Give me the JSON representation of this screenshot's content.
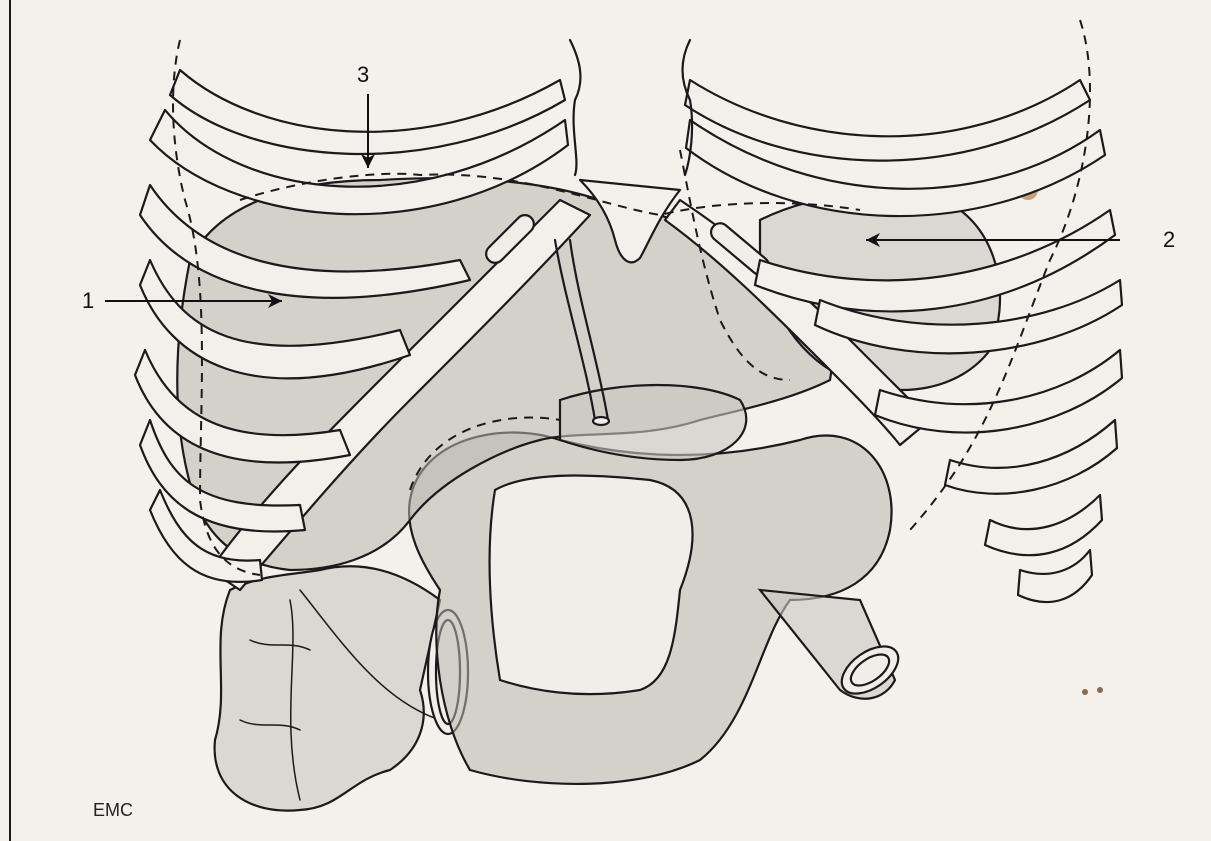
{
  "figure": {
    "labels": [
      {
        "id": "label-1",
        "text": "1"
      },
      {
        "id": "label-2",
        "text": "2"
      },
      {
        "id": "label-3",
        "text": "3"
      }
    ],
    "signature": "EMC",
    "colors": {
      "paper": "#f4f1ec",
      "ink": "#1a1a1a",
      "organ_shade": "#b9b6b1"
    }
  }
}
